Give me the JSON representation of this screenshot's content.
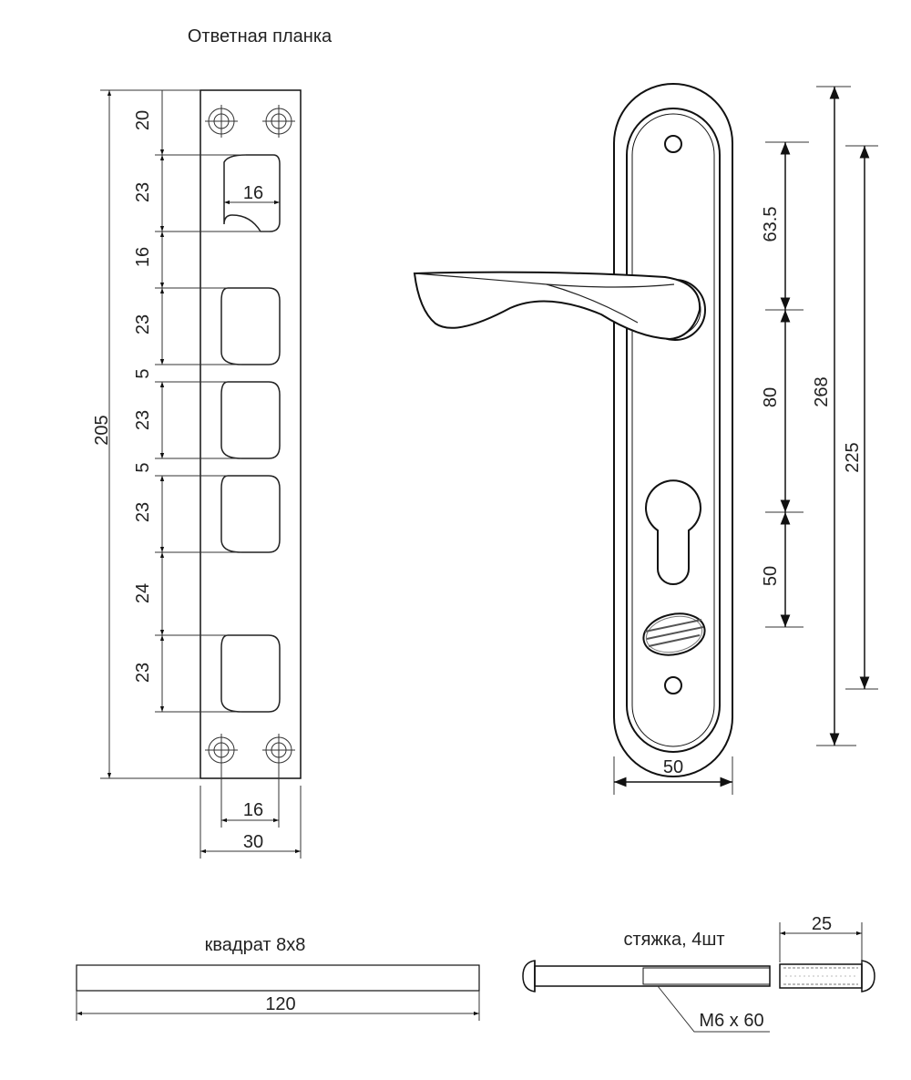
{
  "strike_plate": {
    "title": "Ответная планка",
    "dim_total": "205",
    "dim_top": "20",
    "dim_slot1": "23",
    "dim_slot1_width": "16",
    "dim_gap1": "16",
    "dim_slot2": "23",
    "dim_gap2": "5",
    "dim_slot3": "23",
    "dim_gap3": "5",
    "dim_slot4": "23",
    "dim_gap4": "24",
    "dim_slot5": "23",
    "dim_hole_spacing": "16",
    "dim_width": "30"
  },
  "handle": {
    "dim_width": "50",
    "dim_upper": "63.5",
    "dim_middle": "80",
    "dim_lower": "50",
    "dim_total": "268",
    "dim_holes": "225"
  },
  "spindle": {
    "label": "квадрат 8x8",
    "dim_length": "120"
  },
  "connector": {
    "label": "стяжка, 4шт",
    "dim_length": "25",
    "thread_label": "M6 x 60"
  }
}
